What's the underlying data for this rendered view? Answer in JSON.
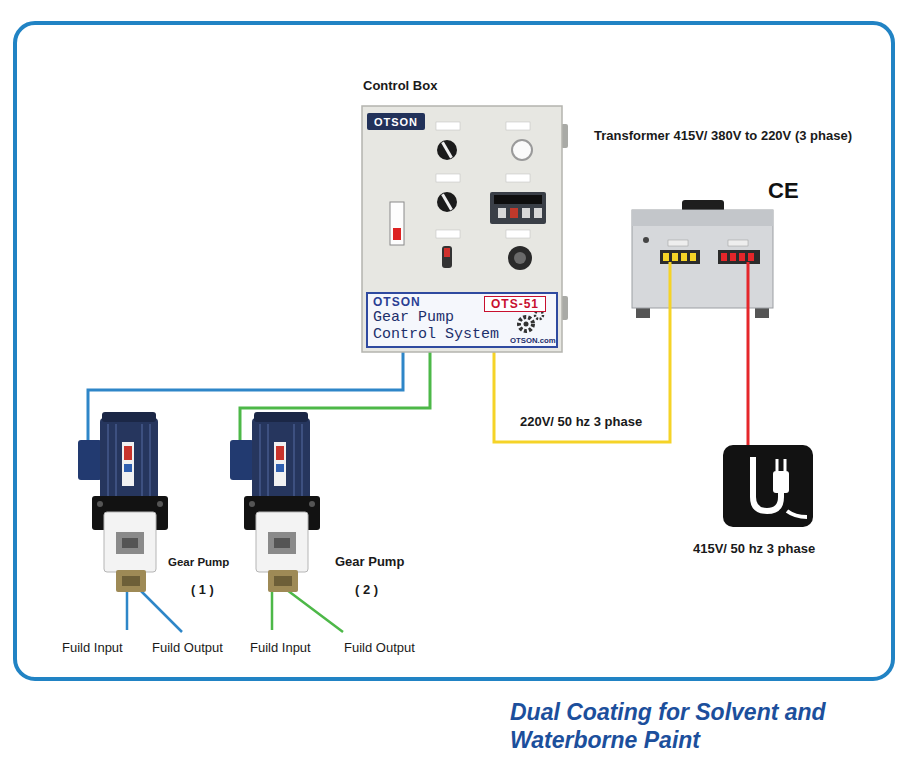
{
  "diagram": {
    "caption": "Dual Coating for Solvent and Waterborne Paint",
    "nodes": [
      {
        "text": [
          "Control Box"
        ]
      },
      {
        "text": [
          "OTSON"
        ],
        "in": 0
      },
      {
        "text": [
          "OTSON",
          "Gear Pump Control System",
          "OTSON.com"
        ],
        "in": 0
      },
      {
        "text": [
          "OTS-51"
        ],
        "in": 2
      },
      {
        "text": [
          "Transformer 415V/ 380V to 220V (3 phase)"
        ]
      },
      {
        "text": [
          "Gear Pump",
          "( 1 )"
        ]
      },
      {
        "text": [
          "Gear Pump",
          "( 2 )"
        ]
      },
      {
        "text": [
          "415V/ 50 hz 3 phase"
        ]
      }
    ],
    "edges": [
      {
        "from": 0,
        "to": 5,
        "arrow": "none"
      },
      {
        "from": 0,
        "to": 6,
        "arrow": "none"
      },
      {
        "from": 0,
        "to": 4,
        "label": "220V/ 50 hz 3 phase",
        "arrow": "none"
      },
      {
        "from": 4,
        "to": 7,
        "arrow": "none"
      }
    ],
    "labels": [
      "CE",
      "Fuild Input",
      "Fuild Output",
      "Fuild Input",
      "Fuild Output"
    ]
  }
}
